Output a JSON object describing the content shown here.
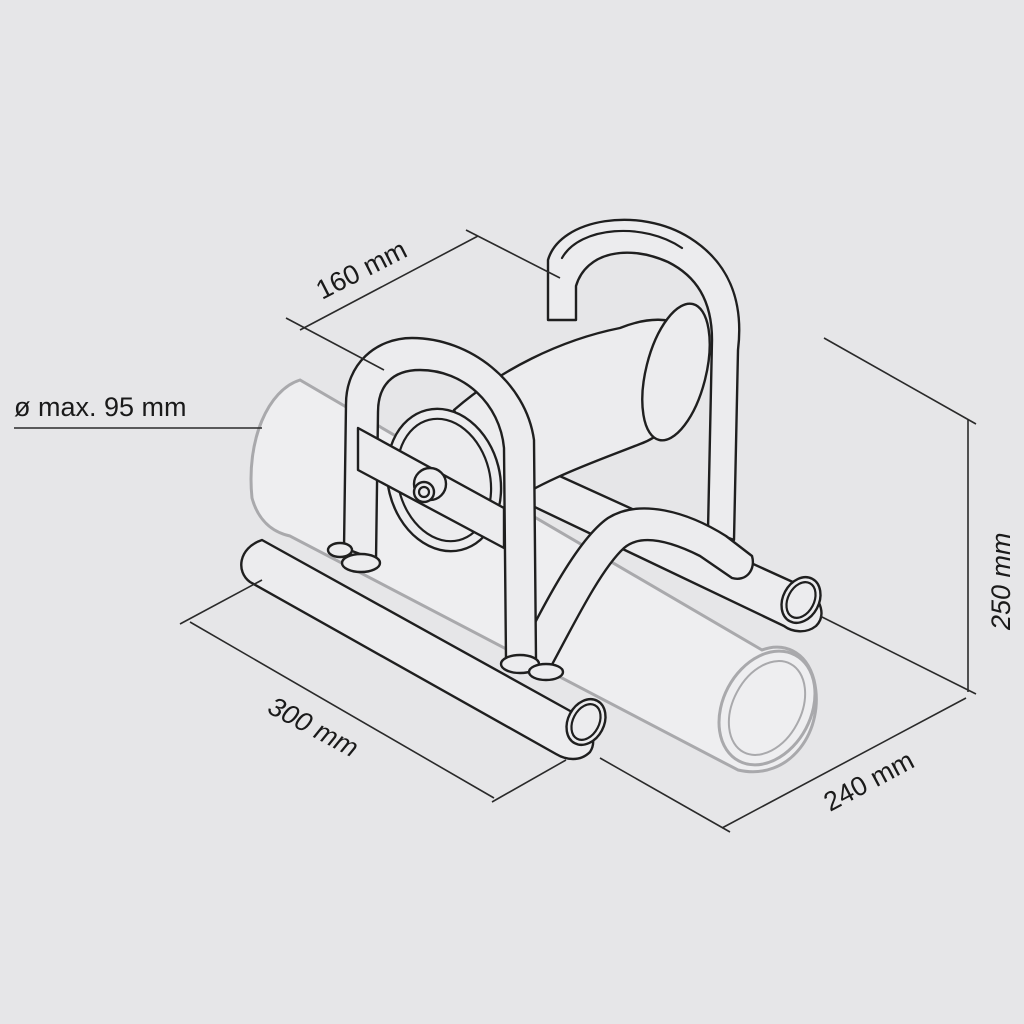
{
  "dimensions": {
    "top_width": "160 mm",
    "pipe_diameter": "ø max. 95 mm",
    "height": "250 mm",
    "length": "300 mm",
    "depth": "240 mm"
  },
  "colors": {
    "background": "#e6e6e8",
    "line": "#1f1f1f",
    "pipe_outline": "#a9a9ac"
  }
}
